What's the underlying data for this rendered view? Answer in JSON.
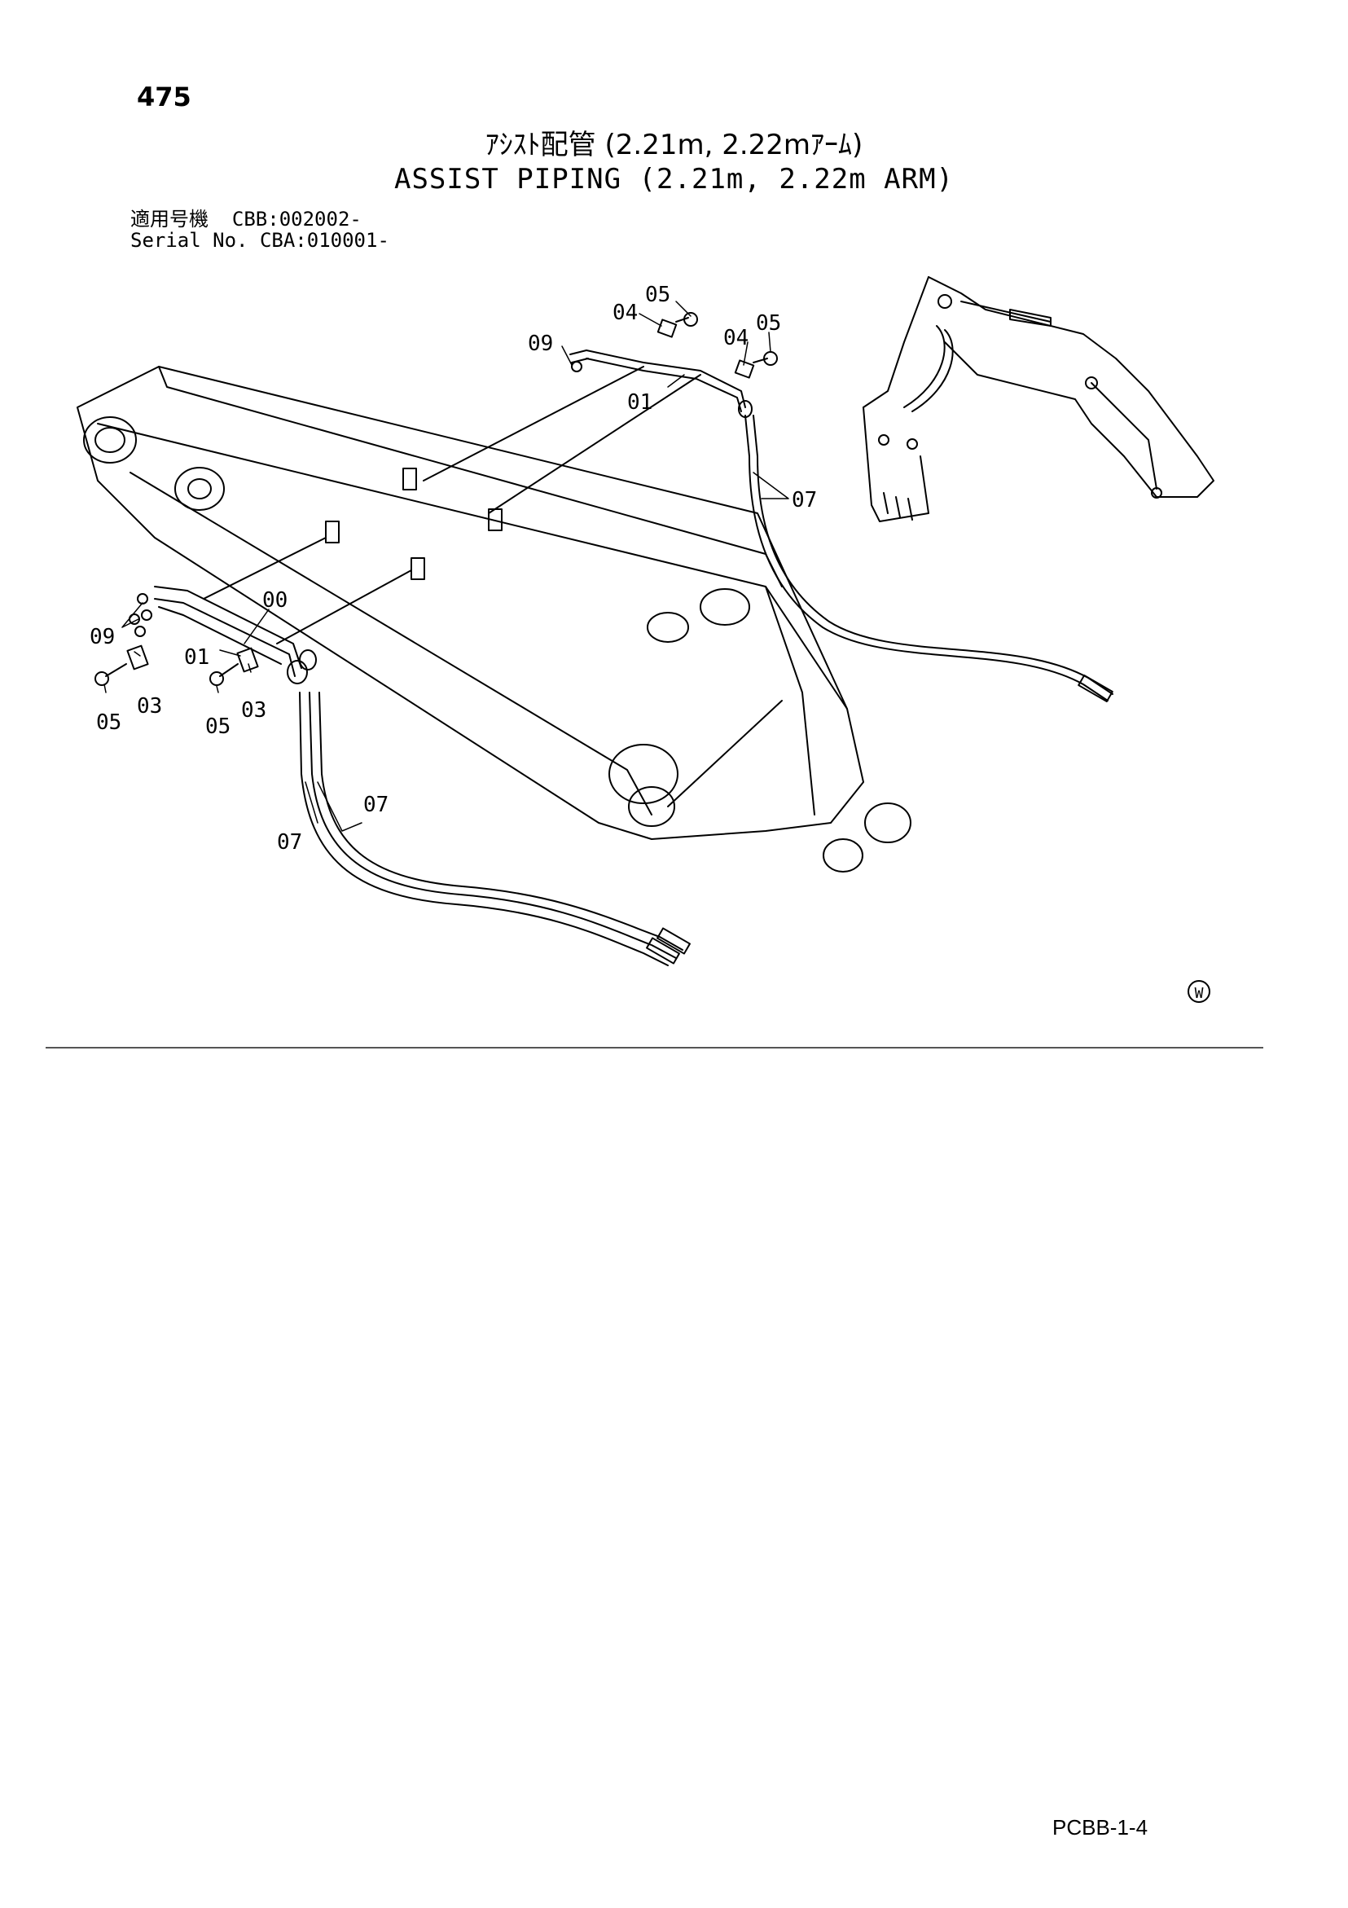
{
  "page_number": "475",
  "title_jp": "ｱｼｽﾄ配管 (2.21m, 2.22mｱｰﾑ)",
  "title_en": "ASSIST PIPING (2.21m, 2.22m ARM)",
  "serial": {
    "label_jp": "適用号機",
    "value_1": "CBB:002002-",
    "label_en": "Serial No.",
    "value_2": "CBA:010001-"
  },
  "callouts": {
    "c09_top": "09",
    "c04_a": "04",
    "c05_a": "05",
    "c04_b": "04",
    "c05_b": "05",
    "c01_top": "01",
    "c07_right": "07",
    "c00": "00",
    "c09_left": "09",
    "c01_left": "01",
    "c05_l1": "05",
    "c03_l1": "03",
    "c05_l2": "05",
    "c03_l2": "03",
    "c07_low_a": "07",
    "c07_low_b": "07"
  },
  "marker": "W",
  "page_code": "PCBB-1-4"
}
